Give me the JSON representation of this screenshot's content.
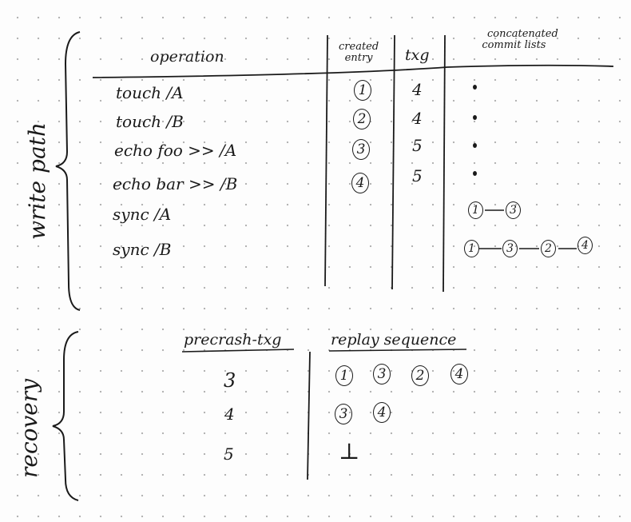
{
  "write_path": {
    "section_label": "write path",
    "headers": {
      "operation": "operation",
      "created_entry": [
        "created",
        "entry"
      ],
      "txg": "txg",
      "commit_lists": [
        "concatenated",
        "commit lists"
      ]
    },
    "rows": [
      {
        "operation": "touch /A",
        "entry": "1",
        "txg": "4"
      },
      {
        "operation": "touch /B",
        "entry": "2",
        "txg": "4"
      },
      {
        "operation": "echo foo >> /A",
        "entry": "3",
        "txg": "5"
      },
      {
        "operation": "echo bar >> /B",
        "entry": "4",
        "txg": "5"
      },
      {
        "operation": "sync /A",
        "commit_list": [
          "1",
          "3"
        ]
      },
      {
        "operation": "sync /B",
        "commit_list": [
          "1",
          "3",
          "2",
          "4"
        ]
      }
    ]
  },
  "recovery": {
    "section_label": "recovery",
    "headers": {
      "precrash_txg": "precrash-txg",
      "replay_sequence": "replay sequence"
    },
    "rows": [
      {
        "txg": "3",
        "sequence": [
          "1",
          "3",
          "2",
          "4"
        ]
      },
      {
        "txg": "4",
        "sequence": [
          "3",
          "4"
        ]
      },
      {
        "txg": "5",
        "sequence": [],
        "empty_symbol": "⊥"
      }
    ]
  }
}
